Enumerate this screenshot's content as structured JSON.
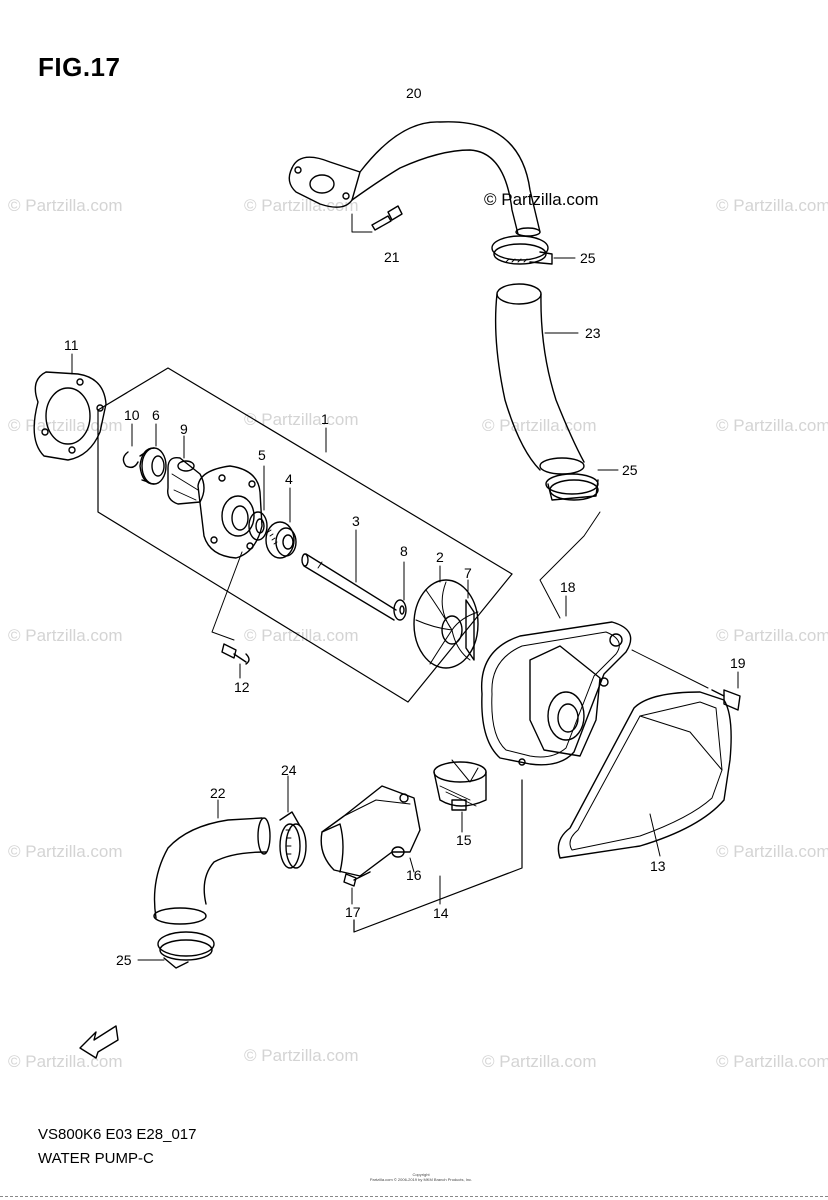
{
  "figure": {
    "title": "FIG.17",
    "code": "VS800K6 E03 E28_017",
    "name": "WATER PUMP-C",
    "brand": "© Partzilla.com",
    "watermark": "© Partzilla.com",
    "fwd_label": "FWD",
    "micro_lines": [
      "Copyright",
      "Partzilla.com © 2006-2019 by MKM Branch Products, Inc."
    ]
  },
  "callouts": [
    "20",
    "21",
    "25",
    "23",
    "25",
    "11",
    "10",
    "6",
    "9",
    "1",
    "5",
    "4",
    "3",
    "8",
    "2",
    "7",
    "12",
    "18",
    "19",
    "24",
    "22",
    "15",
    "16",
    "17",
    "14",
    "13",
    "25"
  ]
}
